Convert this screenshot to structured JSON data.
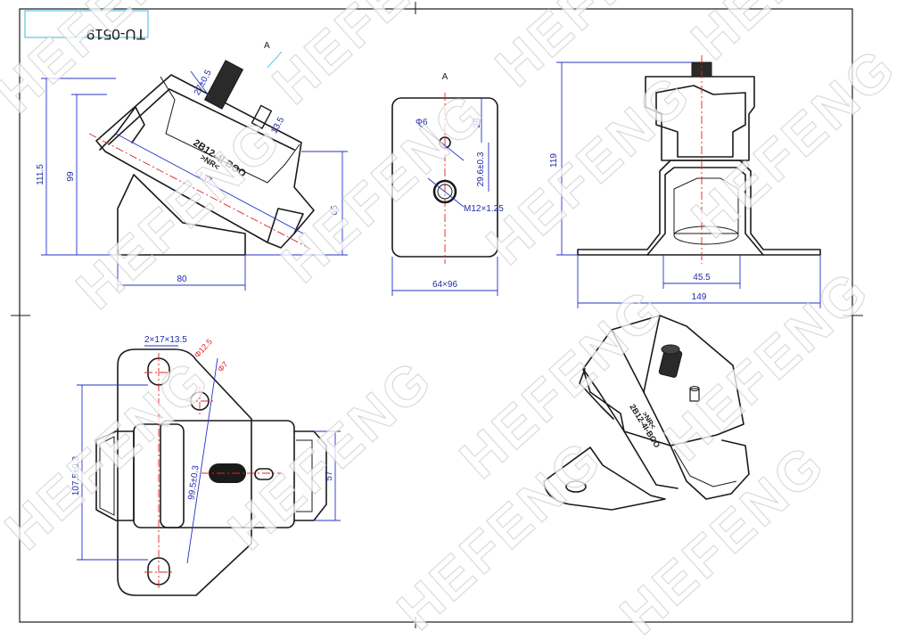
{
  "title_block": {
    "code": "TU-0519"
  },
  "watermark": {
    "text": "HEFENG"
  },
  "view_labels": {
    "arrow": "A",
    "view": "A"
  },
  "part_marking": {
    "line1": "2B12-4I-BOO",
    "line2": ">NR<"
  },
  "side_view": {
    "dims": {
      "thread": "27±0.5",
      "pin": "13.5",
      "height_total": "111.5",
      "height": "99",
      "slant": "137",
      "right_height": "65",
      "base_width": "80"
    }
  },
  "plate_view": {
    "dims": {
      "hole_dia": "Φ6",
      "top_offset": "28",
      "spacing": "29.6±0.3",
      "thread": "M12×1.25",
      "size": "64×96"
    }
  },
  "front_view": {
    "dims": {
      "height": "119",
      "inner_width": "45.5",
      "width": "149"
    }
  },
  "top_view": {
    "dims": {
      "slots": "2×17×13.5",
      "hole_a": "Φ12.5",
      "hole_b": "Φ7",
      "length": "107.5±0.3",
      "diagonal": "99.5±0.3",
      "side": "57"
    }
  },
  "colors": {
    "dimension": "#1f2aa8",
    "centerline": "#e02020",
    "outline": "#1a1a1a"
  }
}
